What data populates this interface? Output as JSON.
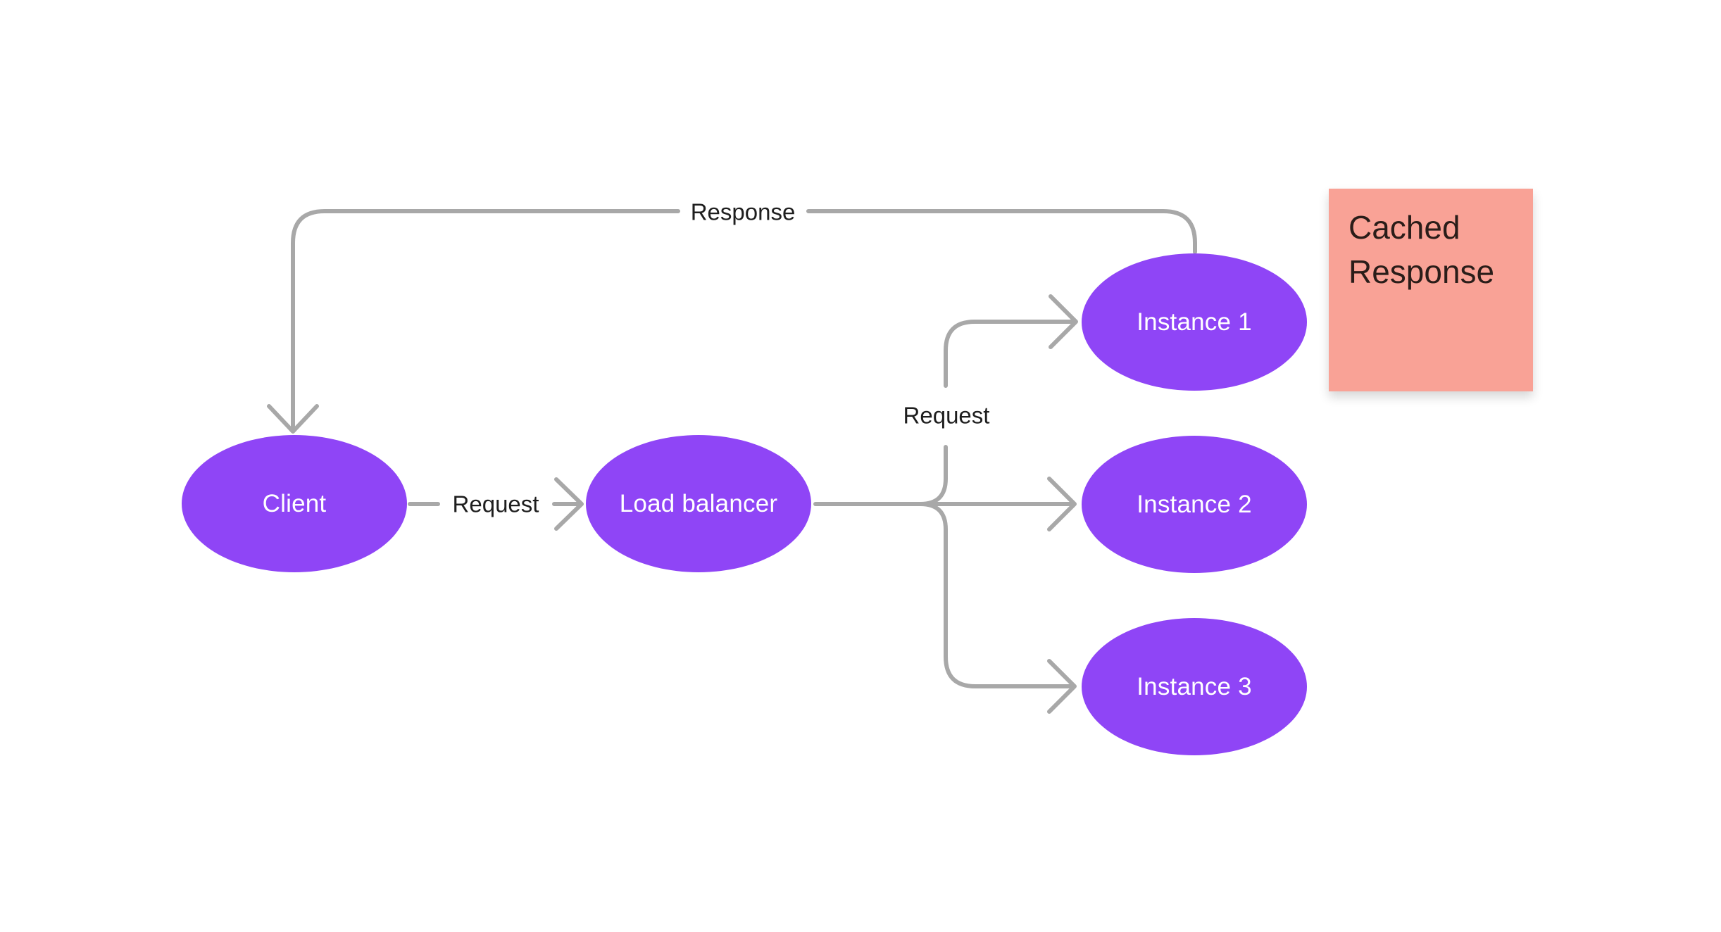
{
  "canvas": {
    "background": "#ffffff"
  },
  "colors": {
    "node_fill": "#8f45f6",
    "node_text": "#ffffff",
    "connector": "#a8a8a8",
    "connector_label_text": "#1e1e1e",
    "sticky_fill": "#f9a296",
    "sticky_text": "#2a1d19"
  },
  "nodes": [
    {
      "id": "client",
      "label": "Client"
    },
    {
      "id": "load-balancer",
      "label": "Load balancer"
    },
    {
      "id": "instance-1",
      "label": "Instance 1"
    },
    {
      "id": "instance-2",
      "label": "Instance 2"
    },
    {
      "id": "instance-3",
      "label": "Instance 3"
    }
  ],
  "connector_labels": {
    "response": "Response",
    "request_client_to_lb": "Request",
    "request_lb_to_instances": "Request"
  },
  "sticky": {
    "text": "Cached Response"
  }
}
